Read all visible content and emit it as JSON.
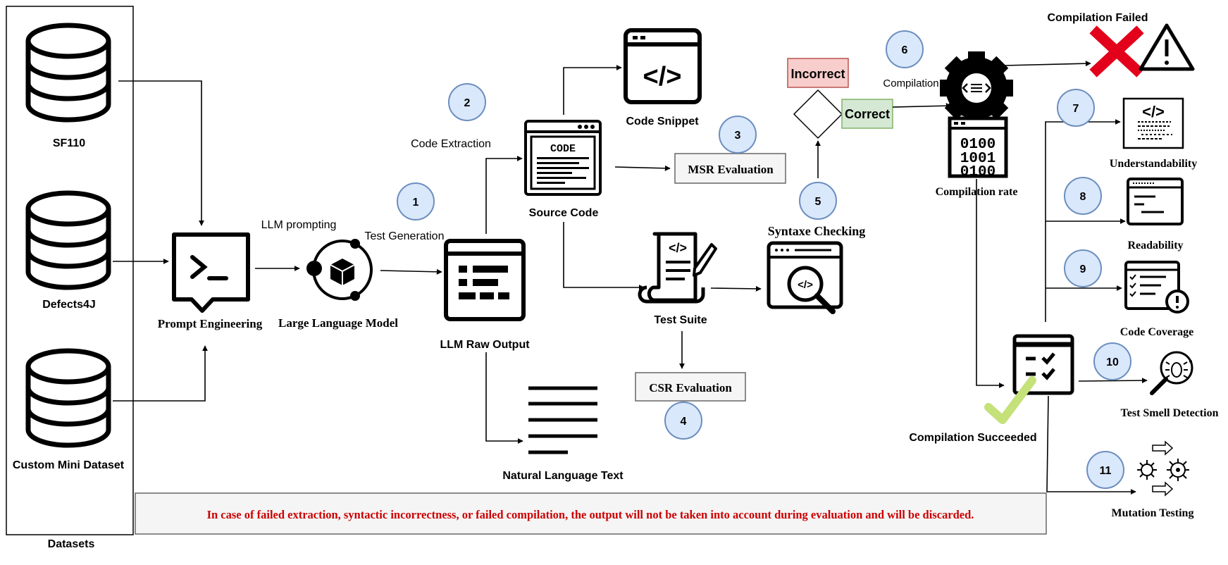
{
  "datasets": {
    "group_label": "Datasets",
    "items": [
      "SF110",
      "Defects4J",
      "Custom Mini Dataset"
    ]
  },
  "labels": {
    "prompt_engineering": "Prompt Engineering",
    "llm_prompting": "LLM prompting",
    "large_language_model": "Large Language Model",
    "test_generation": "Test Generation",
    "llm_raw_output": "LLM Raw Output",
    "code_extraction": "Code Extraction",
    "source_code": "Source Code",
    "code_snippet": "Code Snippet",
    "msr_evaluation": "MSR Evaluation",
    "test_suite": "Test Suite",
    "csr_evaluation": "CSR Evaluation",
    "natural_language_text": "Natural Language Text",
    "syntaxe_checking": "Syntaxe Checking",
    "incorrect": "Incorrect",
    "correct": "Correct",
    "compilation": "Compilation",
    "compilation_failed": "Compilation Failed",
    "compilation_rate": "Compilation rate",
    "compilation_succeeded": "Compilation Succeeded",
    "understandability": "Understandability",
    "readability": "Readability",
    "code_coverage": "Code Coverage",
    "test_smell_detection": "Test Smell Detection",
    "mutation_testing": "Mutation Testing"
  },
  "icon_text": {
    "code_badge": "CODE",
    "code_snippet_glyph": "</>",
    "test_suite_glyph": "</>",
    "understandability_glyph": "</>",
    "binary_lines": [
      "0100",
      "1001",
      "0100"
    ]
  },
  "steps": [
    "1",
    "2",
    "3",
    "4",
    "5",
    "6",
    "7",
    "8",
    "9",
    "10",
    "11"
  ],
  "note": "In case of failed extraction, syntactic incorrectness, or failed compilation, the output will not be taken into account during evaluation and will be discarded.",
  "colors": {
    "step_fill": "#dae8fc",
    "step_stroke": "#6c8ebf",
    "incorrect_fill": "#f8cecc",
    "incorrect_stroke": "#b85450",
    "correct_fill": "#d5e8d4",
    "correct_stroke": "#82b366",
    "note_text": "#cc0000",
    "fail_x": "#e3001b",
    "success_check": "#c5e17a"
  }
}
